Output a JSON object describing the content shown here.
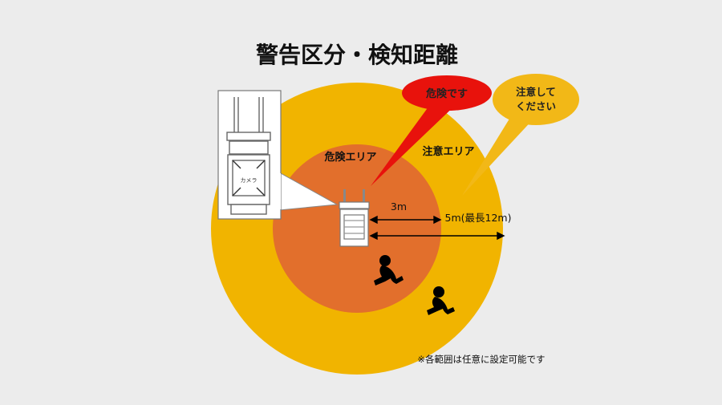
{
  "title": "警告区分・検知距離",
  "zones": {
    "danger_label": "危険エリア",
    "caution_label": "注意エリア"
  },
  "distances": {
    "inner": "3m",
    "outer": "5m(最長12m)"
  },
  "bubbles": {
    "danger": "危険です",
    "caution_line1": "注意して",
    "caution_line2": "ください"
  },
  "camera_label": "カメラ",
  "footnote": "※各範囲は任意に設定可能です",
  "colors": {
    "outer_zone": "#f1b400",
    "inner_zone": "#e26f2c",
    "danger_bubble": "#e8120c",
    "caution_bubble": "#f2b817",
    "background": "#ececec"
  }
}
